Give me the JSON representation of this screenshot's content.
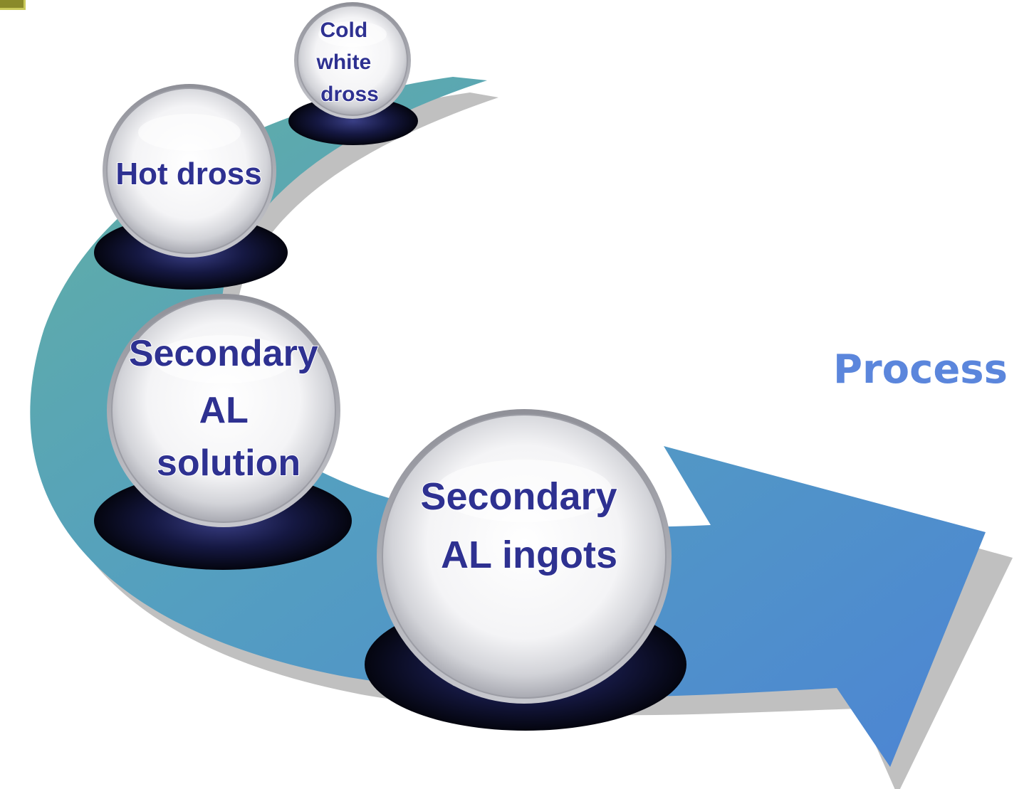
{
  "title": "Process",
  "stages": [
    {
      "lines": [
        "Cold",
        "white",
        "dross"
      ]
    },
    {
      "lines": [
        "Hot dross"
      ]
    },
    {
      "lines": [
        "Secondary",
        "AL",
        "solution"
      ]
    },
    {
      "lines": [
        "Secondary",
        "AL ingots"
      ]
    }
  ],
  "colors": {
    "arrow_start": "#5aa9a4",
    "arrow_end": "#4d86d2",
    "label_text": "#2e3191",
    "title_text": "#5b86dc",
    "pedestal": "#0b0d2a"
  },
  "icons": {
    "corner": "corner-mark"
  }
}
